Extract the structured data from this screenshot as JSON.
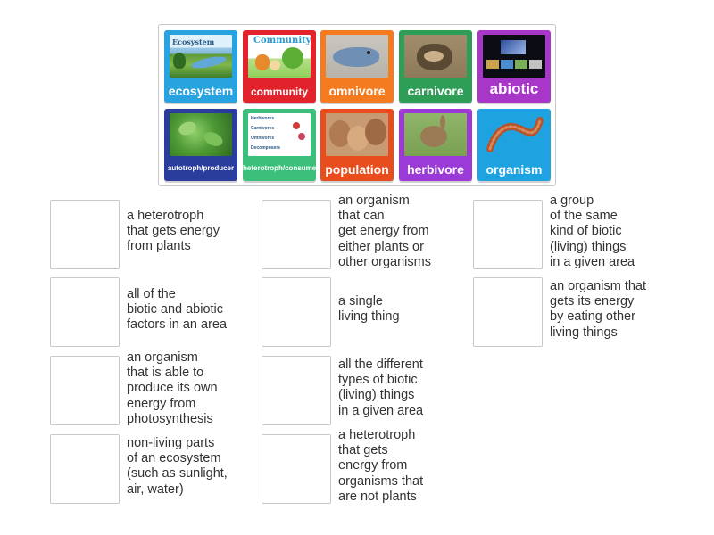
{
  "tiles": [
    {
      "label": "ecosystem",
      "color": "#29a3e0",
      "pic_title": "Ecosystem"
    },
    {
      "label": "community",
      "color": "#e2232c",
      "pic_title": "Community"
    },
    {
      "label": "omnivore",
      "color": "#f47b20",
      "pic_title": ""
    },
    {
      "label": "carnivore",
      "color": "#2e9e57",
      "pic_title": ""
    },
    {
      "label": "abiotic",
      "color": "#a736c9",
      "pic_title": ""
    },
    {
      "label": "autotroph/producer",
      "color": "#2a3d9c",
      "pic_title": ""
    },
    {
      "label": "heterotroph/consumer",
      "color": "#3bbf7a",
      "pic_title": "",
      "pic_lines": [
        "Herbivores",
        "Carnivores",
        "Omnivores",
        "Decomposers"
      ]
    },
    {
      "label": "population",
      "color": "#e84d1d",
      "pic_title": ""
    },
    {
      "label": "herbivore",
      "color": "#9b3ad6",
      "pic_title": ""
    },
    {
      "label": "organism",
      "color": "#1fa3e0",
      "pic_title": ""
    }
  ],
  "clues": [
    "a heterotroph\nthat gets energy\nfrom plants",
    "an organism\nthat can\nget energy from\neither plants or\nother organisms",
    "a group\nof the same\nkind of biotic\n(living) things\nin a given area",
    "all of the\nbiotic and abiotic\nfactors in an area",
    "a single\nliving thing",
    "an organism that\ngets its energy\nby eating other\nliving things",
    "an organism\nthat is able to\nproduce its own\nenergy from\nphotosynthesis",
    "all the different\ntypes of biotic\n(living) things\nin a given area",
    "non-living parts\nof an ecosystem\n(such as sunlight,\nair, water)",
    "a heterotroph\nthat gets\nenergy from\norganisms that\nare not plants"
  ]
}
